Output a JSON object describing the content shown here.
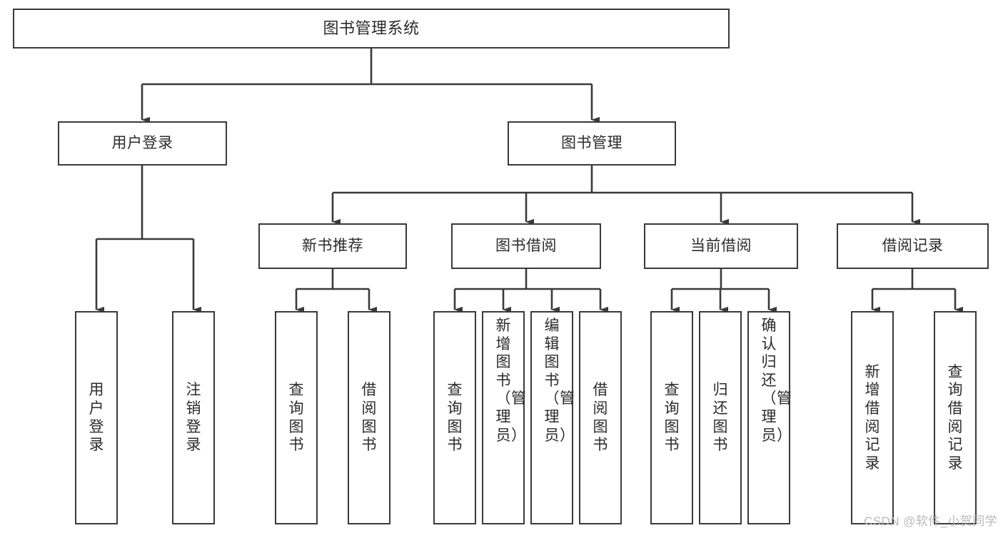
{
  "diagram": {
    "title": "图书管理系统",
    "type": "tree-hierarchy",
    "watermark": "CSDN @软件_小贺同学",
    "colors": {
      "stroke": "#3a3a3a",
      "fill": "#ffffff",
      "text": "#2b2b2b",
      "watermark": "#b9b9b9"
    }
  },
  "nodes": {
    "root": {
      "label": "图书管理系统"
    },
    "level2": [
      {
        "id": "user-login",
        "label": "用户登录"
      },
      {
        "id": "book-manage",
        "label": "图书管理"
      }
    ],
    "level3": [
      {
        "id": "new-book-recommend",
        "label": "新书推荐"
      },
      {
        "id": "book-borrow",
        "label": "图书借阅"
      },
      {
        "id": "current-borrow",
        "label": "当前借阅"
      },
      {
        "id": "borrow-record",
        "label": "借阅记录"
      }
    ],
    "leaves": {
      "user-login": [
        {
          "id": "leaf-user-login",
          "label": "用户登录"
        },
        {
          "id": "leaf-logout-login",
          "label": "注销登录"
        }
      ],
      "new-book-recommend": [
        {
          "id": "leaf-query-book-1",
          "label": "查询图书"
        },
        {
          "id": "leaf-borrow-book-1",
          "label": "借阅图书"
        }
      ],
      "book-borrow": [
        {
          "id": "leaf-query-book-2",
          "label": "查询图书"
        },
        {
          "id": "leaf-add-book-admin",
          "label": "新增图书（管理员）"
        },
        {
          "id": "leaf-edit-book-admin",
          "label": "编辑图书（管理员）"
        },
        {
          "id": "leaf-borrow-book-2",
          "label": "借阅图书"
        }
      ],
      "current-borrow": [
        {
          "id": "leaf-query-book-3",
          "label": "查询图书"
        },
        {
          "id": "leaf-return-book",
          "label": "归还图书"
        },
        {
          "id": "leaf-confirm-return-admin",
          "label": "确认归还（管理员）"
        }
      ],
      "borrow-record": [
        {
          "id": "leaf-add-borrow-record",
          "label": "新增借阅记录"
        },
        {
          "id": "leaf-query-borrow-record",
          "label": "查询借阅记录"
        }
      ]
    }
  }
}
